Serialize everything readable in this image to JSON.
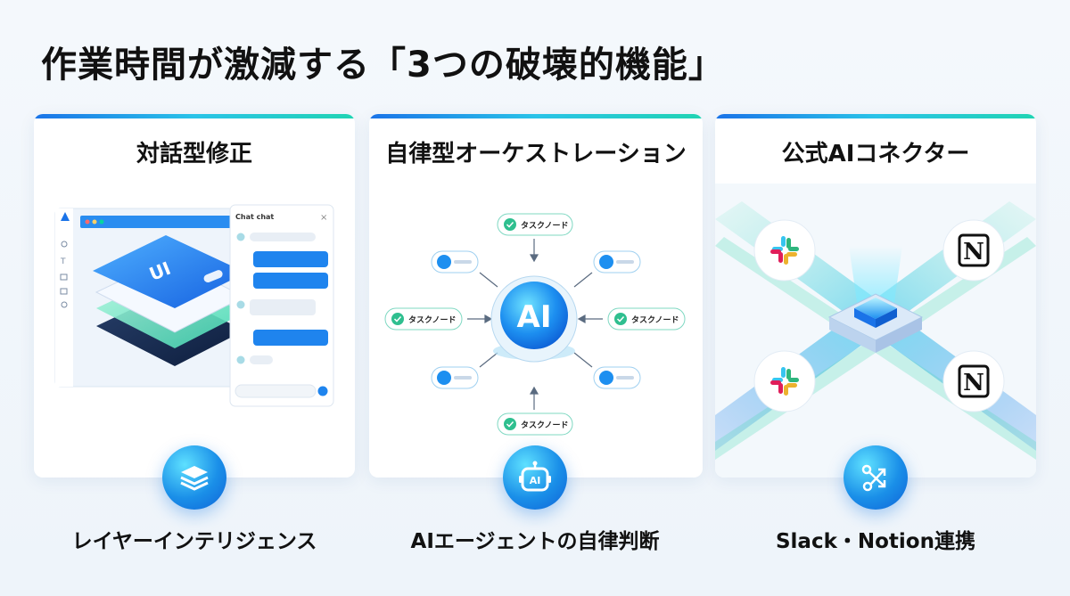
{
  "page": {
    "title": "作業時間が激減する「3つの破壊的機能」"
  },
  "cards": [
    {
      "title": "対話型修正",
      "feature_label": "レイヤーインテリジェンス",
      "chat_panel": {
        "title": "Chat chat",
        "close_glyph": "×"
      },
      "ui_layer_text": "UI"
    },
    {
      "title": "自律型オーケストレーション",
      "feature_label": "AIエージェントの自律判断",
      "hub_label": "AI",
      "task_node_label": "タスクノード"
    },
    {
      "title": "公式AIコネクター",
      "feature_label": "Slack・Notion連携",
      "notion_glyph": "N"
    }
  ],
  "colors": {
    "accent_blue": "#1a73e8",
    "accent_cyan": "#29c3e8",
    "accent_green": "#20d4b3"
  }
}
